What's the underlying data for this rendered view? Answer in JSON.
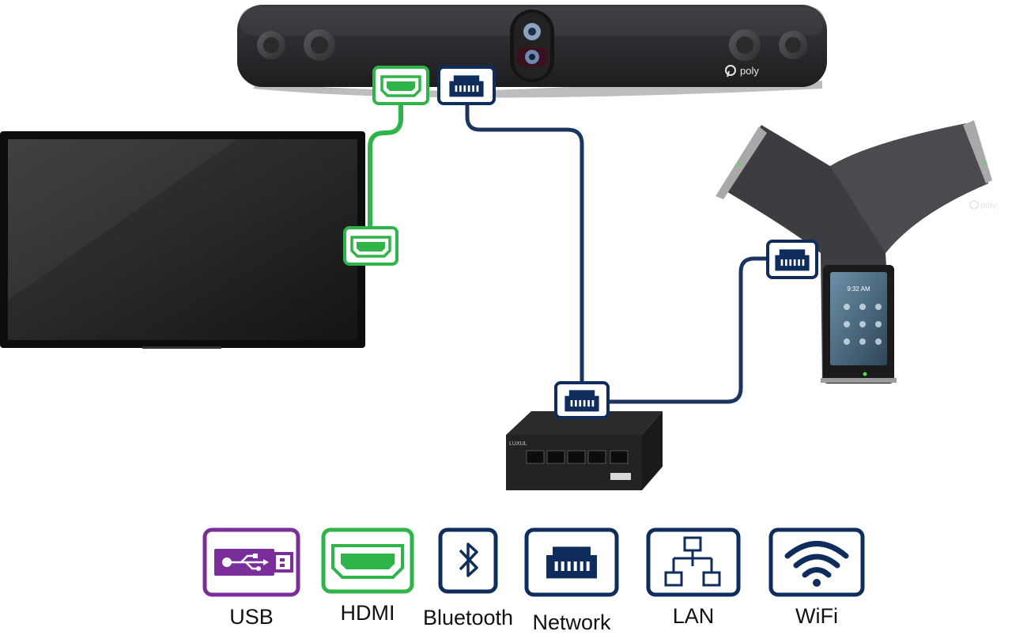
{
  "devices": {
    "soundbar": {
      "brand": "poly"
    },
    "phone": {
      "brand": "poly",
      "clock": "9:32 AM"
    },
    "switch": {
      "brand": "LUXUL"
    }
  },
  "legend": [
    {
      "key": "usb",
      "label": "USB",
      "color": "#7a2e9a",
      "icon": "usb-icon"
    },
    {
      "key": "hdmi",
      "label": "HDMI",
      "color": "#2fb44a",
      "icon": "hdmi-icon"
    },
    {
      "key": "bluetooth",
      "label": "Bluetooth",
      "color": "#0f2d5c",
      "icon": "bluetooth-icon"
    },
    {
      "key": "network",
      "label": "Network",
      "color": "#0f2d5c",
      "icon": "ethernet-icon"
    },
    {
      "key": "lan",
      "label": "LAN",
      "color": "#0f2d5c",
      "icon": "lan-icon"
    },
    {
      "key": "wifi",
      "label": "WiFi",
      "color": "#0f2d5c",
      "icon": "wifi-icon"
    }
  ],
  "colors": {
    "hdmi_cable": "#2fb44a",
    "network_cable": "#1b3560",
    "usb": "#7a2e9a"
  }
}
